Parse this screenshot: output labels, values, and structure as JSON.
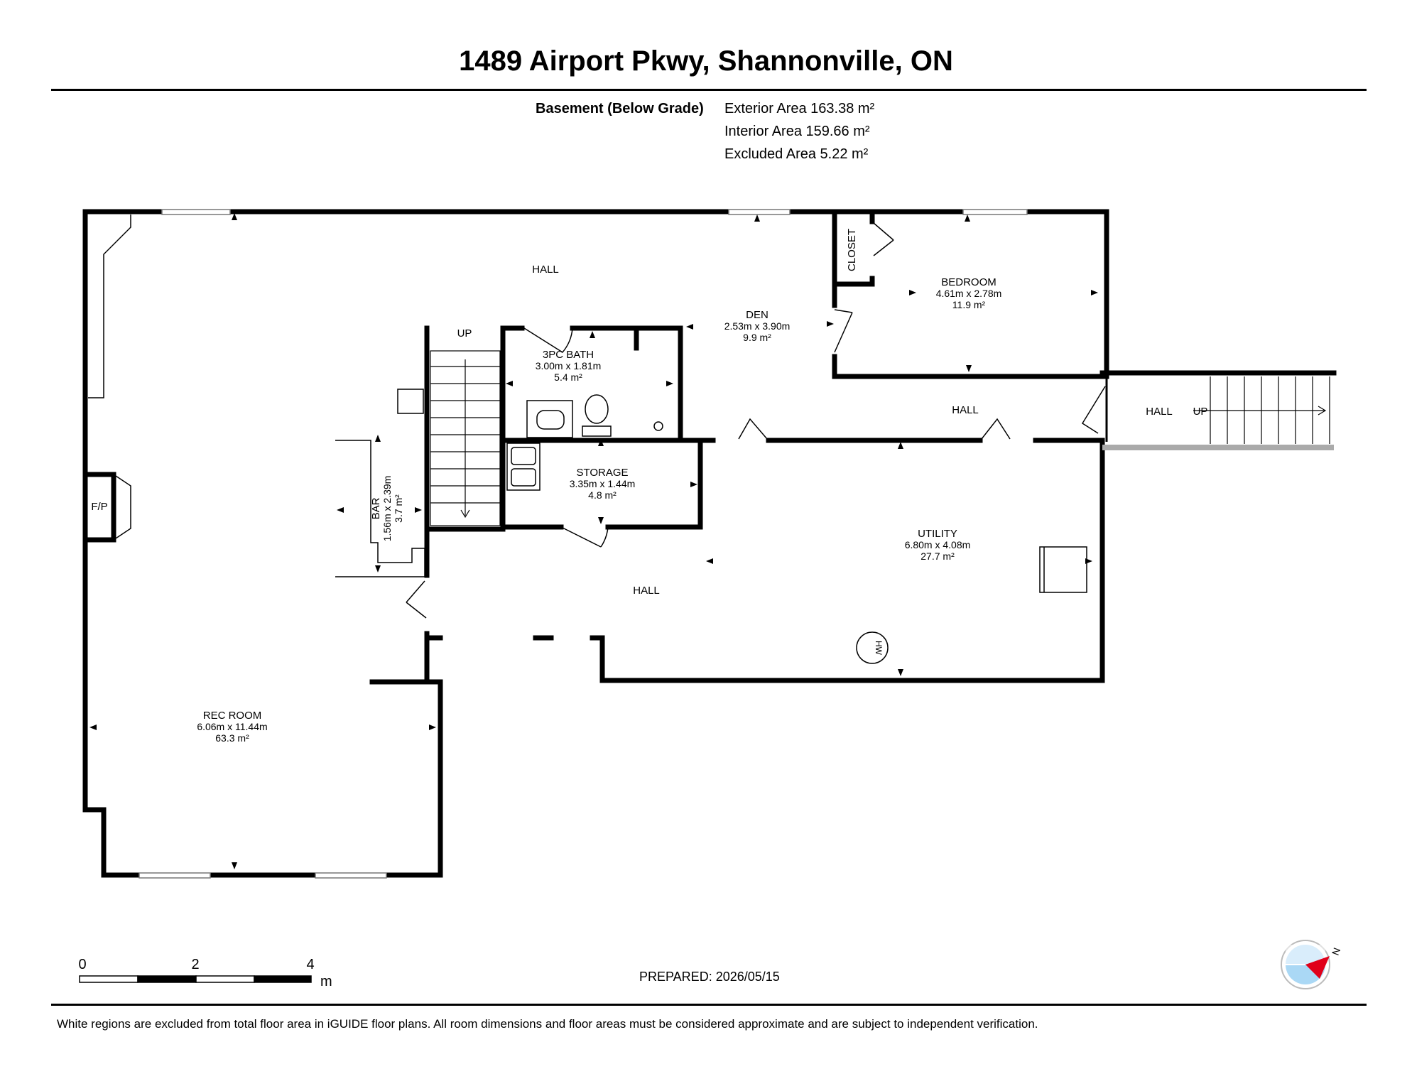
{
  "title": "1489 Airport Pkwy, Shannonville, ON",
  "floor": {
    "name": "Basement (Below Grade)",
    "exterior_area": "Exterior Area 163.38 m²",
    "interior_area": "Interior Area 159.66 m²",
    "excluded_area": "Excluded Area 5.22 m²"
  },
  "rooms": {
    "hall_top": "HALL",
    "stairs_up": "UP",
    "bath": {
      "name": "3PC BATH",
      "dims": "3.00m x 1.81m",
      "area": "5.4 m²"
    },
    "den": {
      "name": "DEN",
      "dims": "2.53m x 3.90m",
      "area": "9.9 m²"
    },
    "closet": "CLOSET",
    "bedroom": {
      "name": "BEDROOM",
      "dims": "4.61m x 2.78m",
      "area": "11.9 m²"
    },
    "hall_mid": "HALL",
    "hall_right": "HALL",
    "stairs_up_right": "UP",
    "storage": {
      "name": "STORAGE",
      "dims": "3.35m x 1.44m",
      "area": "4.8 m²"
    },
    "bar": {
      "name": "BAR",
      "dims": "1.56m x 2.39m",
      "area": "3.7 m²"
    },
    "fireplace": "F/P",
    "utility": {
      "name": "UTILITY",
      "dims": "6.80m x 4.08m",
      "area": "27.7 m²"
    },
    "hall_lower": "HALL",
    "water_heater": "HW",
    "rec_room": {
      "name": "REC ROOM",
      "dims": "6.06m x 11.44m",
      "area": "63.3 m²"
    }
  },
  "scale": {
    "ticks": [
      "0",
      "2",
      "4"
    ],
    "unit": "m"
  },
  "compass": {
    "label": "N",
    "icon": "compass-icon"
  },
  "prepared": "PREPARED: 2026/05/15",
  "footnote": "White regions are excluded from total floor area in iGUIDE floor plans. All room dimensions and floor areas must be considered approximate and are subject to independent verification."
}
